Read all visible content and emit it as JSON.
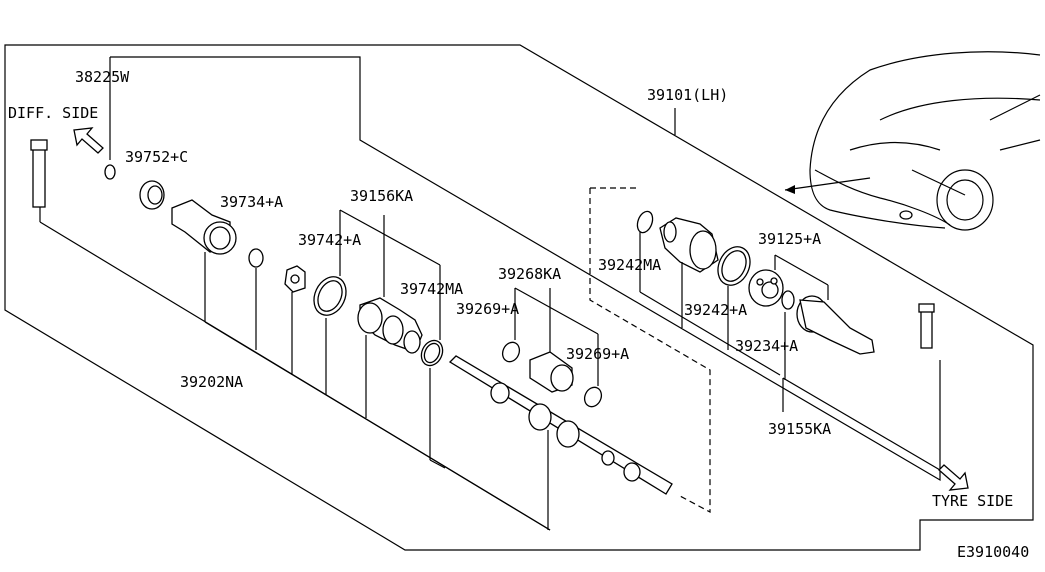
{
  "labels": {
    "p38225w": "38225W",
    "diff_side": "DIFF. SIDE",
    "p39752c": "39752+C",
    "p39734a": "39734+A",
    "p39156ka": "39156KA",
    "p39742a": "39742+A",
    "p39742ma": "39742MA",
    "p39268ka": "39268KA",
    "p39269a_1": "39269+A",
    "p39269a_2": "39269+A",
    "p39202na": "39202NA",
    "p39101lh": "39101(LH)",
    "p39242ma": "39242MA",
    "p39242a": "39242+A",
    "p39125a": "39125+A",
    "p39234a": "39234+A",
    "p39155ka": "39155KA",
    "tyre_side": "TYRE SIDE",
    "diagram_code": "E3910040"
  },
  "icons": {
    "diff_arrow": "hollow-arrow-up-left-icon",
    "tyre_arrow": "hollow-arrow-down-right-icon"
  }
}
